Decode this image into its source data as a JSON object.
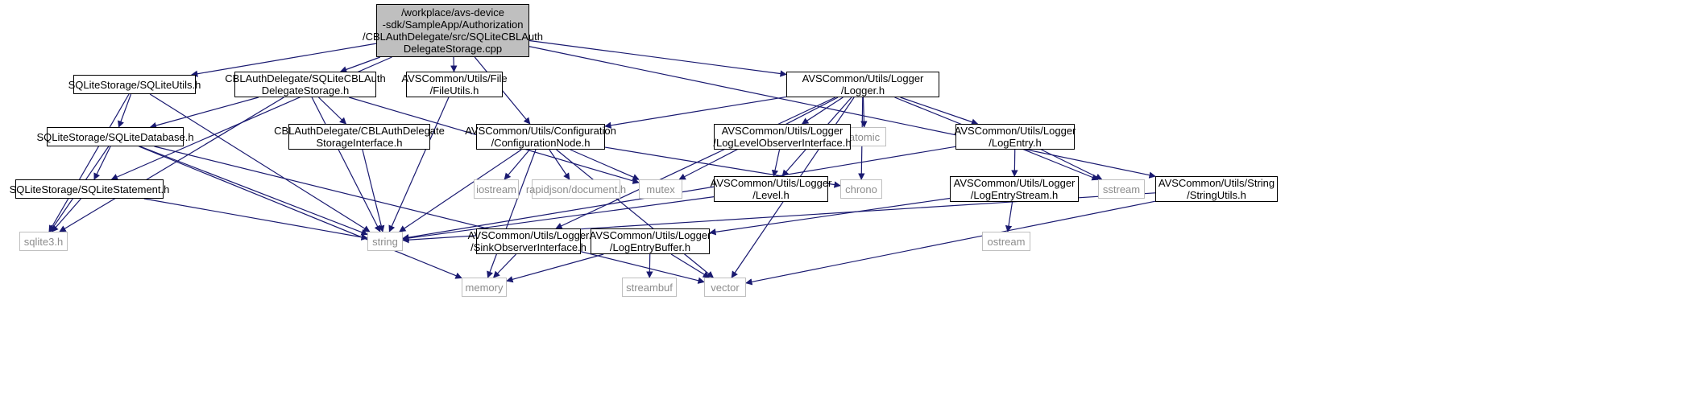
{
  "colors": {
    "edge": "#191970",
    "root_fill": "#bfbfbf",
    "internal_border": "#000000",
    "system_border": "#bfbfbf",
    "system_text": "#8c8c8c"
  },
  "nodes": [
    {
      "id": "root",
      "kind": "root",
      "label": "/workplace/avs-device\n-sdk/SampleApp/Authorization\n/CBLAuthDelegate/src/SQLiteCBLAuth\nDelegateStorage.cpp"
    },
    {
      "id": "sqliteutils",
      "kind": "internal",
      "label": "SQLiteStorage/SQLiteUtils.h"
    },
    {
      "id": "cblstorage",
      "kind": "internal",
      "label": "CBLAuthDelegate/SQLiteCBLAuth\nDelegateStorage.h"
    },
    {
      "id": "fileutils",
      "kind": "internal",
      "label": "AVSCommon/Utils/File\n/FileUtils.h"
    },
    {
      "id": "logger",
      "kind": "internal",
      "label": "AVSCommon/Utils/Logger\n/Logger.h"
    },
    {
      "id": "sqlitedb",
      "kind": "internal",
      "label": "SQLiteStorage/SQLiteDatabase.h"
    },
    {
      "id": "cblinterface",
      "kind": "internal",
      "label": "CBLAuthDelegate/CBLAuthDelegate\nStorageInterface.h"
    },
    {
      "id": "confignode",
      "kind": "internal",
      "label": "AVSCommon/Utils/Configuration\n/ConfigurationNode.h"
    },
    {
      "id": "atomic",
      "kind": "system",
      "label": "atomic"
    },
    {
      "id": "loglevelobs",
      "kind": "internal",
      "label": "AVSCommon/Utils/Logger\n/LogLevelObserverInterface.h"
    },
    {
      "id": "logentry",
      "kind": "internal",
      "label": "AVSCommon/Utils/Logger\n/LogEntry.h"
    },
    {
      "id": "sqlitestmt",
      "kind": "internal",
      "label": "SQLiteStorage/SQLiteStatement.h"
    },
    {
      "id": "iostream",
      "kind": "system",
      "label": "iostream"
    },
    {
      "id": "rapidjson",
      "kind": "system",
      "label": "rapidjson/document.h"
    },
    {
      "id": "mutex",
      "kind": "system",
      "label": "mutex"
    },
    {
      "id": "level",
      "kind": "internal",
      "label": "AVSCommon/Utils/Logger\n/Level.h"
    },
    {
      "id": "chrono",
      "kind": "system",
      "label": "chrono"
    },
    {
      "id": "logentrystream",
      "kind": "internal",
      "label": "AVSCommon/Utils/Logger\n/LogEntryStream.h"
    },
    {
      "id": "sstream",
      "kind": "system",
      "label": "sstream"
    },
    {
      "id": "stringutils",
      "kind": "internal",
      "label": "AVSCommon/Utils/String\n/StringUtils.h"
    },
    {
      "id": "sqlite3",
      "kind": "system",
      "label": "sqlite3.h"
    },
    {
      "id": "string",
      "kind": "system",
      "label": "string"
    },
    {
      "id": "sinkobs",
      "kind": "internal",
      "label": "AVSCommon/Utils/Logger\n/SinkObserverInterface.h"
    },
    {
      "id": "logentrybuffer",
      "kind": "internal",
      "label": "AVSCommon/Utils/Logger\n/LogEntryBuffer.h"
    },
    {
      "id": "ostream",
      "kind": "system",
      "label": "ostream"
    },
    {
      "id": "memory",
      "kind": "system",
      "label": "memory"
    },
    {
      "id": "streambuf",
      "kind": "system",
      "label": "streambuf"
    },
    {
      "id": "vector",
      "kind": "system",
      "label": "vector"
    }
  ],
  "edges": [
    [
      "root",
      "sqliteutils"
    ],
    [
      "root",
      "cblstorage"
    ],
    [
      "root",
      "fileutils"
    ],
    [
      "root",
      "logger"
    ],
    [
      "root",
      "confignode"
    ],
    [
      "root",
      "sqlitestmt"
    ],
    [
      "root",
      "stringutils"
    ],
    [
      "sqliteutils",
      "sqlitedb"
    ],
    [
      "sqliteutils",
      "sqlite3"
    ],
    [
      "sqliteutils",
      "string"
    ],
    [
      "cblstorage",
      "sqlitedb"
    ],
    [
      "cblstorage",
      "cblinterface"
    ],
    [
      "cblstorage",
      "sqlite3"
    ],
    [
      "cblstorage",
      "string"
    ],
    [
      "cblstorage",
      "mutex"
    ],
    [
      "fileutils",
      "string"
    ],
    [
      "sqlitedb",
      "sqlitestmt"
    ],
    [
      "sqlitedb",
      "sqlite3"
    ],
    [
      "sqlitedb",
      "string"
    ],
    [
      "sqlitedb",
      "memory"
    ],
    [
      "sqlitedb",
      "vector"
    ],
    [
      "cblinterface",
      "string"
    ],
    [
      "sqlitestmt",
      "sqlite3"
    ],
    [
      "sqlitestmt",
      "string"
    ],
    [
      "confignode",
      "iostream"
    ],
    [
      "confignode",
      "rapidjson"
    ],
    [
      "confignode",
      "mutex"
    ],
    [
      "confignode",
      "chrono"
    ],
    [
      "confignode",
      "string"
    ],
    [
      "confignode",
      "memory"
    ],
    [
      "confignode",
      "vector"
    ],
    [
      "logger",
      "confignode"
    ],
    [
      "logger",
      "atomic"
    ],
    [
      "logger",
      "loglevelobs"
    ],
    [
      "logger",
      "logentry"
    ],
    [
      "logger",
      "mutex"
    ],
    [
      "logger",
      "level"
    ],
    [
      "logger",
      "chrono"
    ],
    [
      "logger",
      "sstream"
    ],
    [
      "logger",
      "sinkobs"
    ],
    [
      "logger",
      "vector"
    ],
    [
      "loglevelobs",
      "level"
    ],
    [
      "level",
      "string"
    ],
    [
      "logentry",
      "logentrystream"
    ],
    [
      "logentry",
      "sstream"
    ],
    [
      "logentry",
      "string"
    ],
    [
      "logentrystream",
      "logentrybuffer"
    ],
    [
      "logentrystream",
      "ostream"
    ],
    [
      "logentrybuffer",
      "memory"
    ],
    [
      "logentrybuffer",
      "streambuf"
    ],
    [
      "logentrybuffer",
      "vector"
    ],
    [
      "sinkobs",
      "memory"
    ],
    [
      "stringutils",
      "string"
    ],
    [
      "stringutils",
      "vector"
    ]
  ]
}
